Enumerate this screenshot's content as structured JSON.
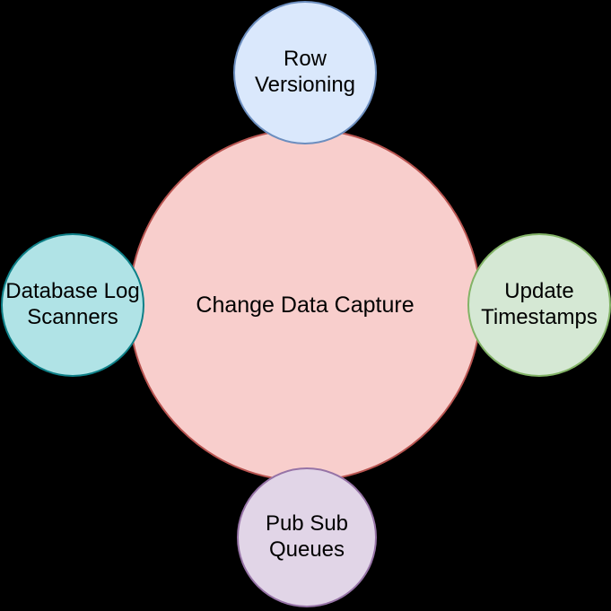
{
  "canvas": {
    "background": "#000000",
    "text_color": "#000000"
  },
  "center_node": {
    "label": "Change Data Capture",
    "fill": "#f8cecc",
    "stroke": "#b85450"
  },
  "nodes": {
    "top": {
      "label": "Row Versioning",
      "fill": "#dae8fc",
      "stroke": "#6c8ebf"
    },
    "left": {
      "label": "Database Log Scanners",
      "fill": "#b0e3e6",
      "stroke": "#0e8088"
    },
    "right": {
      "label": "Update Timestamps",
      "fill": "#d5e8d4",
      "stroke": "#82b366"
    },
    "bottom": {
      "label": "Pub Sub Queues",
      "fill": "#e1d5e7",
      "stroke": "#9673a6"
    }
  }
}
